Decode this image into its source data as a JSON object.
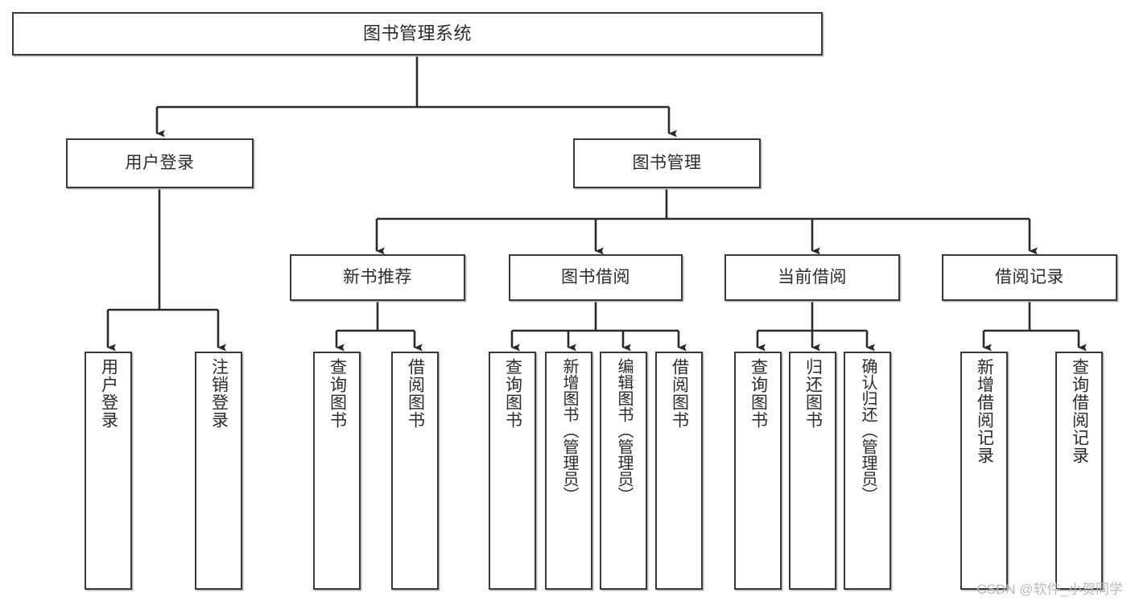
{
  "diagram": {
    "title": "图书管理系统",
    "type": "tree-hierarchy",
    "orientation": "top-down",
    "colors": {
      "box_border": "#3a3a3a",
      "box_fill": "#ffffff",
      "edge": "#2b2b2b",
      "shadow": "#b8b8b8",
      "watermark": "#b9b9b9"
    }
  },
  "watermark": "CSDN @软件_小贺同学",
  "nodes": {
    "root": {
      "label": "图书管理系统"
    },
    "level2": [
      {
        "label": "用户登录"
      },
      {
        "label": "图书管理"
      }
    ],
    "level3": [
      {
        "label": "新书推荐"
      },
      {
        "label": "图书借阅"
      },
      {
        "label": "当前借阅"
      },
      {
        "label": "借阅记录"
      }
    ],
    "leaves": {
      "user_login": [
        {
          "label": "用户登录"
        },
        {
          "label": "注销登录"
        }
      ],
      "new_book_recommend": [
        {
          "label": "查询图书"
        },
        {
          "label": "借阅图书"
        }
      ],
      "book_borrow": [
        {
          "label": "查询图书"
        },
        {
          "label": "新增图书（管理员）"
        },
        {
          "label": "编辑图书（管理员）"
        },
        {
          "label": "借阅图书"
        }
      ],
      "current_borrow": [
        {
          "label": "查询图书"
        },
        {
          "label": "归还图书"
        },
        {
          "label": "确认归还（管理员）"
        }
      ],
      "borrow_records": [
        {
          "label": "新增借阅记录"
        },
        {
          "label": "查询借阅记录"
        }
      ]
    }
  },
  "chart_data": {
    "type": "table",
    "title": "图书管理系统 功能结构图",
    "tree": {
      "name": "图书管理系统",
      "children": [
        {
          "name": "用户登录",
          "children": [
            {
              "name": "用户登录"
            },
            {
              "name": "注销登录"
            }
          ]
        },
        {
          "name": "图书管理",
          "children": [
            {
              "name": "新书推荐",
              "children": [
                {
                  "name": "查询图书"
                },
                {
                  "name": "借阅图书"
                }
              ]
            },
            {
              "name": "图书借阅",
              "children": [
                {
                  "name": "查询图书"
                },
                {
                  "name": "新增图书（管理员）"
                },
                {
                  "name": "编辑图书（管理员）"
                },
                {
                  "name": "借阅图书"
                }
              ]
            },
            {
              "name": "当前借阅",
              "children": [
                {
                  "name": "查询图书"
                },
                {
                  "name": "归还图书"
                },
                {
                  "name": "确认归还（管理员）"
                }
              ]
            },
            {
              "name": "借阅记录",
              "children": [
                {
                  "name": "新增借阅记录"
                },
                {
                  "name": "查询借阅记录"
                }
              ]
            }
          ]
        }
      ]
    }
  }
}
